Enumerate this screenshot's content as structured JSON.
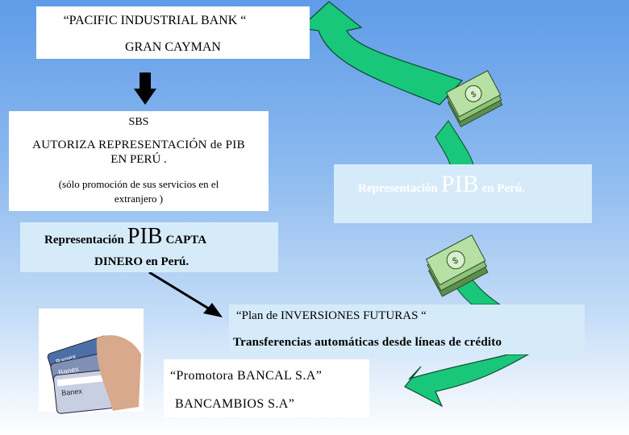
{
  "bank_box": {
    "line1": "“PACIFIC INDUSTRIAL BANK “",
    "line2": "GRAN CAYMAN"
  },
  "sbs_box": {
    "title": "SBS",
    "line1": "AUTORIZA  REPRESENTACIÓN de PIB",
    "line2": "EN PERÚ .",
    "line3": "(sólo promoción de sus servicios en el",
    "line4": "extranjero )"
  },
  "rep_right_box": {
    "prefix": "Representación",
    "pib": "PIB",
    "suffix": "en Perú."
  },
  "capta_box": {
    "prefix": "Representación",
    "pib": "PIB",
    "suffix": "CAPTA",
    "line2": "DINERO en Perú."
  },
  "plan_box": {
    "line1": "“Plan de INVERSIONES FUTURAS “",
    "line2": "Transferencias  automáticas desde líneas de crédito"
  },
  "promo_box": {
    "line1": "“Promotora BANCAL S.A”",
    "line2": "BANCAMBIOS  S.A”"
  },
  "cards": [
    "Banex",
    "Banex",
    "Banex"
  ],
  "colors": {
    "cycle_arrow": "#19c77a",
    "cycle_arrow_stroke": "#0b4a2c",
    "money": "#9fd08a",
    "box_light": "#d6ebfa"
  }
}
